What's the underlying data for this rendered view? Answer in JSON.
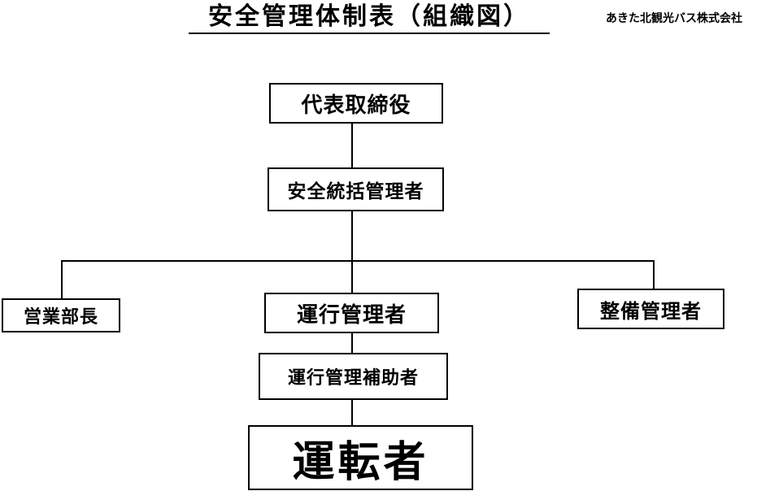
{
  "header": {
    "title": "安全管理体制表（組織図）",
    "company": "あきた北観光バス株式会社"
  },
  "org": {
    "representative": "代表取締役",
    "safety_manager": "安全統括管理者",
    "sales_manager": "営業部長",
    "operations_manager": "運行管理者",
    "maintenance_manager": "整備管理者",
    "operations_assistant": "運行管理補助者",
    "drivers": "運転者"
  }
}
